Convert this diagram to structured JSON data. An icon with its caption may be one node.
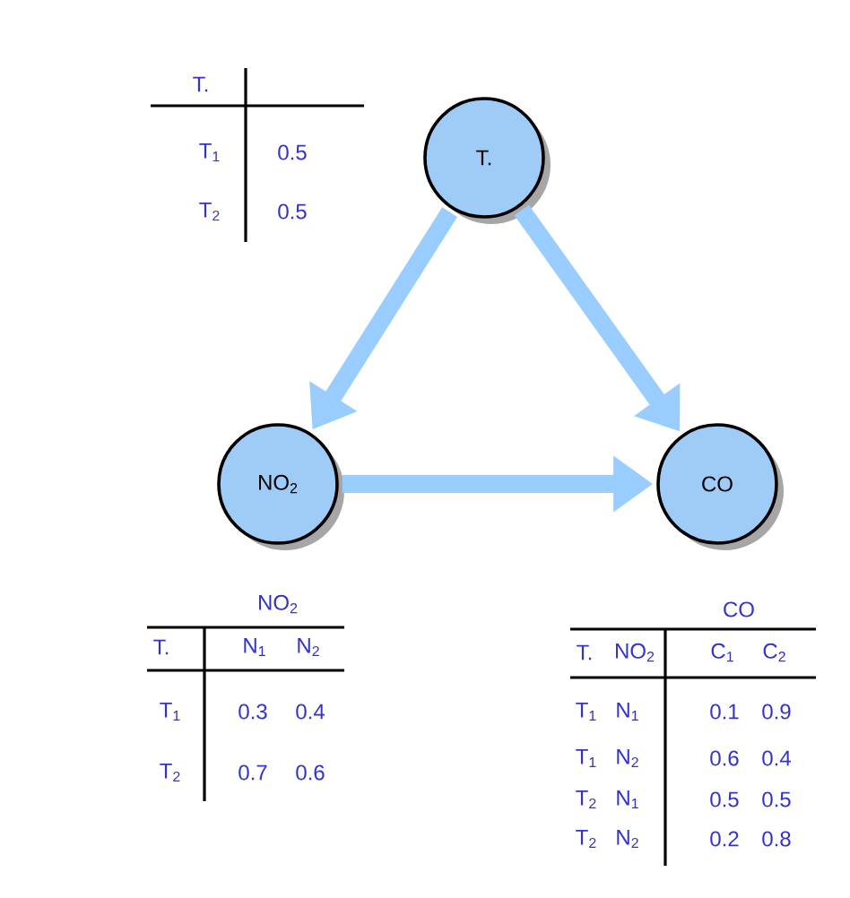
{
  "diagram": {
    "nodes": [
      {
        "text": [
          "T."
        ]
      },
      {
        "text": [
          "NO$_{2}$"
        ]
      },
      {
        "text": [
          "CO"
        ]
      }
    ],
    "edges": [
      {
        "from": 0,
        "to": 1,
        "arrow": "to"
      },
      {
        "from": 0,
        "to": 2,
        "arrow": "to"
      },
      {
        "from": 1,
        "to": 2,
        "arrow": "to"
      }
    ],
    "labels": [
      "T.",
      "T$_{1}$",
      "0.5",
      "T$_{2}$",
      "0.5",
      "NO$_{2}$",
      "T.",
      "N$_{1}$",
      "N$_{2}$",
      "T$_{1}$",
      "0.3",
      "0.4",
      "T$_{2}$",
      "0.7",
      "0.6",
      "CO",
      "T.",
      "NO$_{2}$",
      "C$_{1}$",
      "C$_{2}$",
      "T$_{1}$",
      "N$_{1}$",
      "0.1",
      "0.9",
      "T$_{1}$",
      "N$_{2}$",
      "0.6",
      "0.4",
      "T$_{2}$",
      "N$_{1}$",
      "0.5",
      "0.5",
      "T$_{2}$",
      "N$_{2}$",
      "0.2",
      "0.8"
    ]
  }
}
